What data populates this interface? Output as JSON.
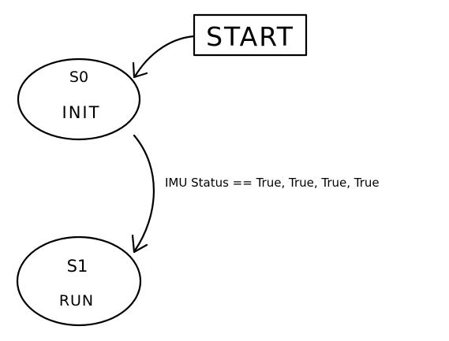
{
  "diagram": {
    "start_box": {
      "label": "START"
    },
    "states": [
      {
        "id": "S0",
        "name": "INIT"
      },
      {
        "id": "S1",
        "name": "RUN"
      }
    ],
    "transitions": [
      {
        "from": "START",
        "to": "S0",
        "label": ""
      },
      {
        "from": "S0",
        "to": "S1",
        "label": "IMU Status == True, True, True, True"
      }
    ]
  }
}
